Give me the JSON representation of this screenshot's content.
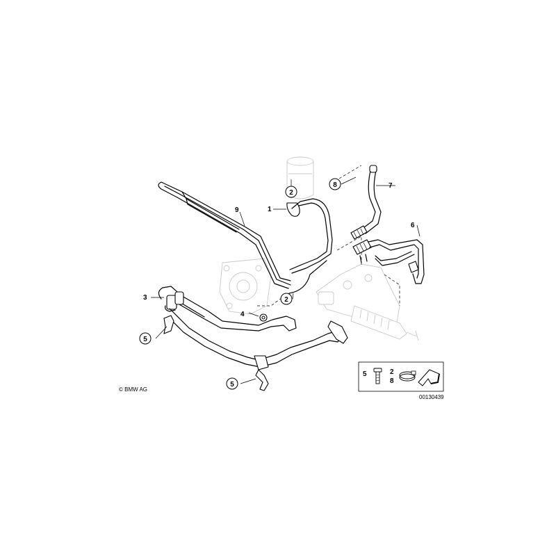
{
  "callouts": {
    "c1": "1",
    "c2a": "2",
    "c2b": "2",
    "c3": "3",
    "c4": "4",
    "c5a": "5",
    "c5b": "5",
    "c6": "6",
    "c7": "7",
    "c8": "8",
    "c9": "9"
  },
  "legend": {
    "n5": "5",
    "n2": "2",
    "n8": "8"
  },
  "copyright": "© BMW AG",
  "drawing_number": "00130439"
}
